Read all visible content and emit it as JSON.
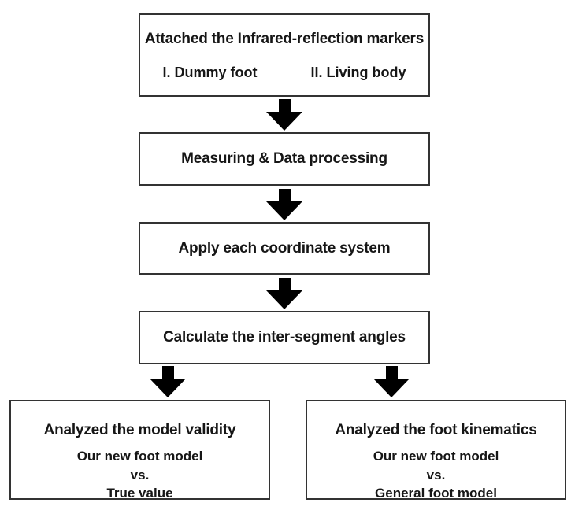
{
  "page": {
    "colors": {
      "background": "#ffffff",
      "border": "#333333",
      "text": "#161616",
      "arrow": "#000000"
    }
  },
  "flowchart": {
    "steps": [
      {
        "title": "Attached the Infrared-reflection markers",
        "items": [
          "I. Dummy foot",
          "II. Living body"
        ]
      },
      {
        "title": "Measuring & Data processing"
      },
      {
        "title": "Apply each coordinate system"
      },
      {
        "title": "Calculate the inter-segment angles"
      }
    ],
    "branches": [
      {
        "title": "Analyzed the model validity",
        "lines": [
          "Our new foot model",
          "vs.",
          "True value"
        ]
      },
      {
        "title": "Analyzed the foot kinematics",
        "lines": [
          "Our new foot model",
          "vs.",
          "General foot model"
        ]
      }
    ]
  }
}
